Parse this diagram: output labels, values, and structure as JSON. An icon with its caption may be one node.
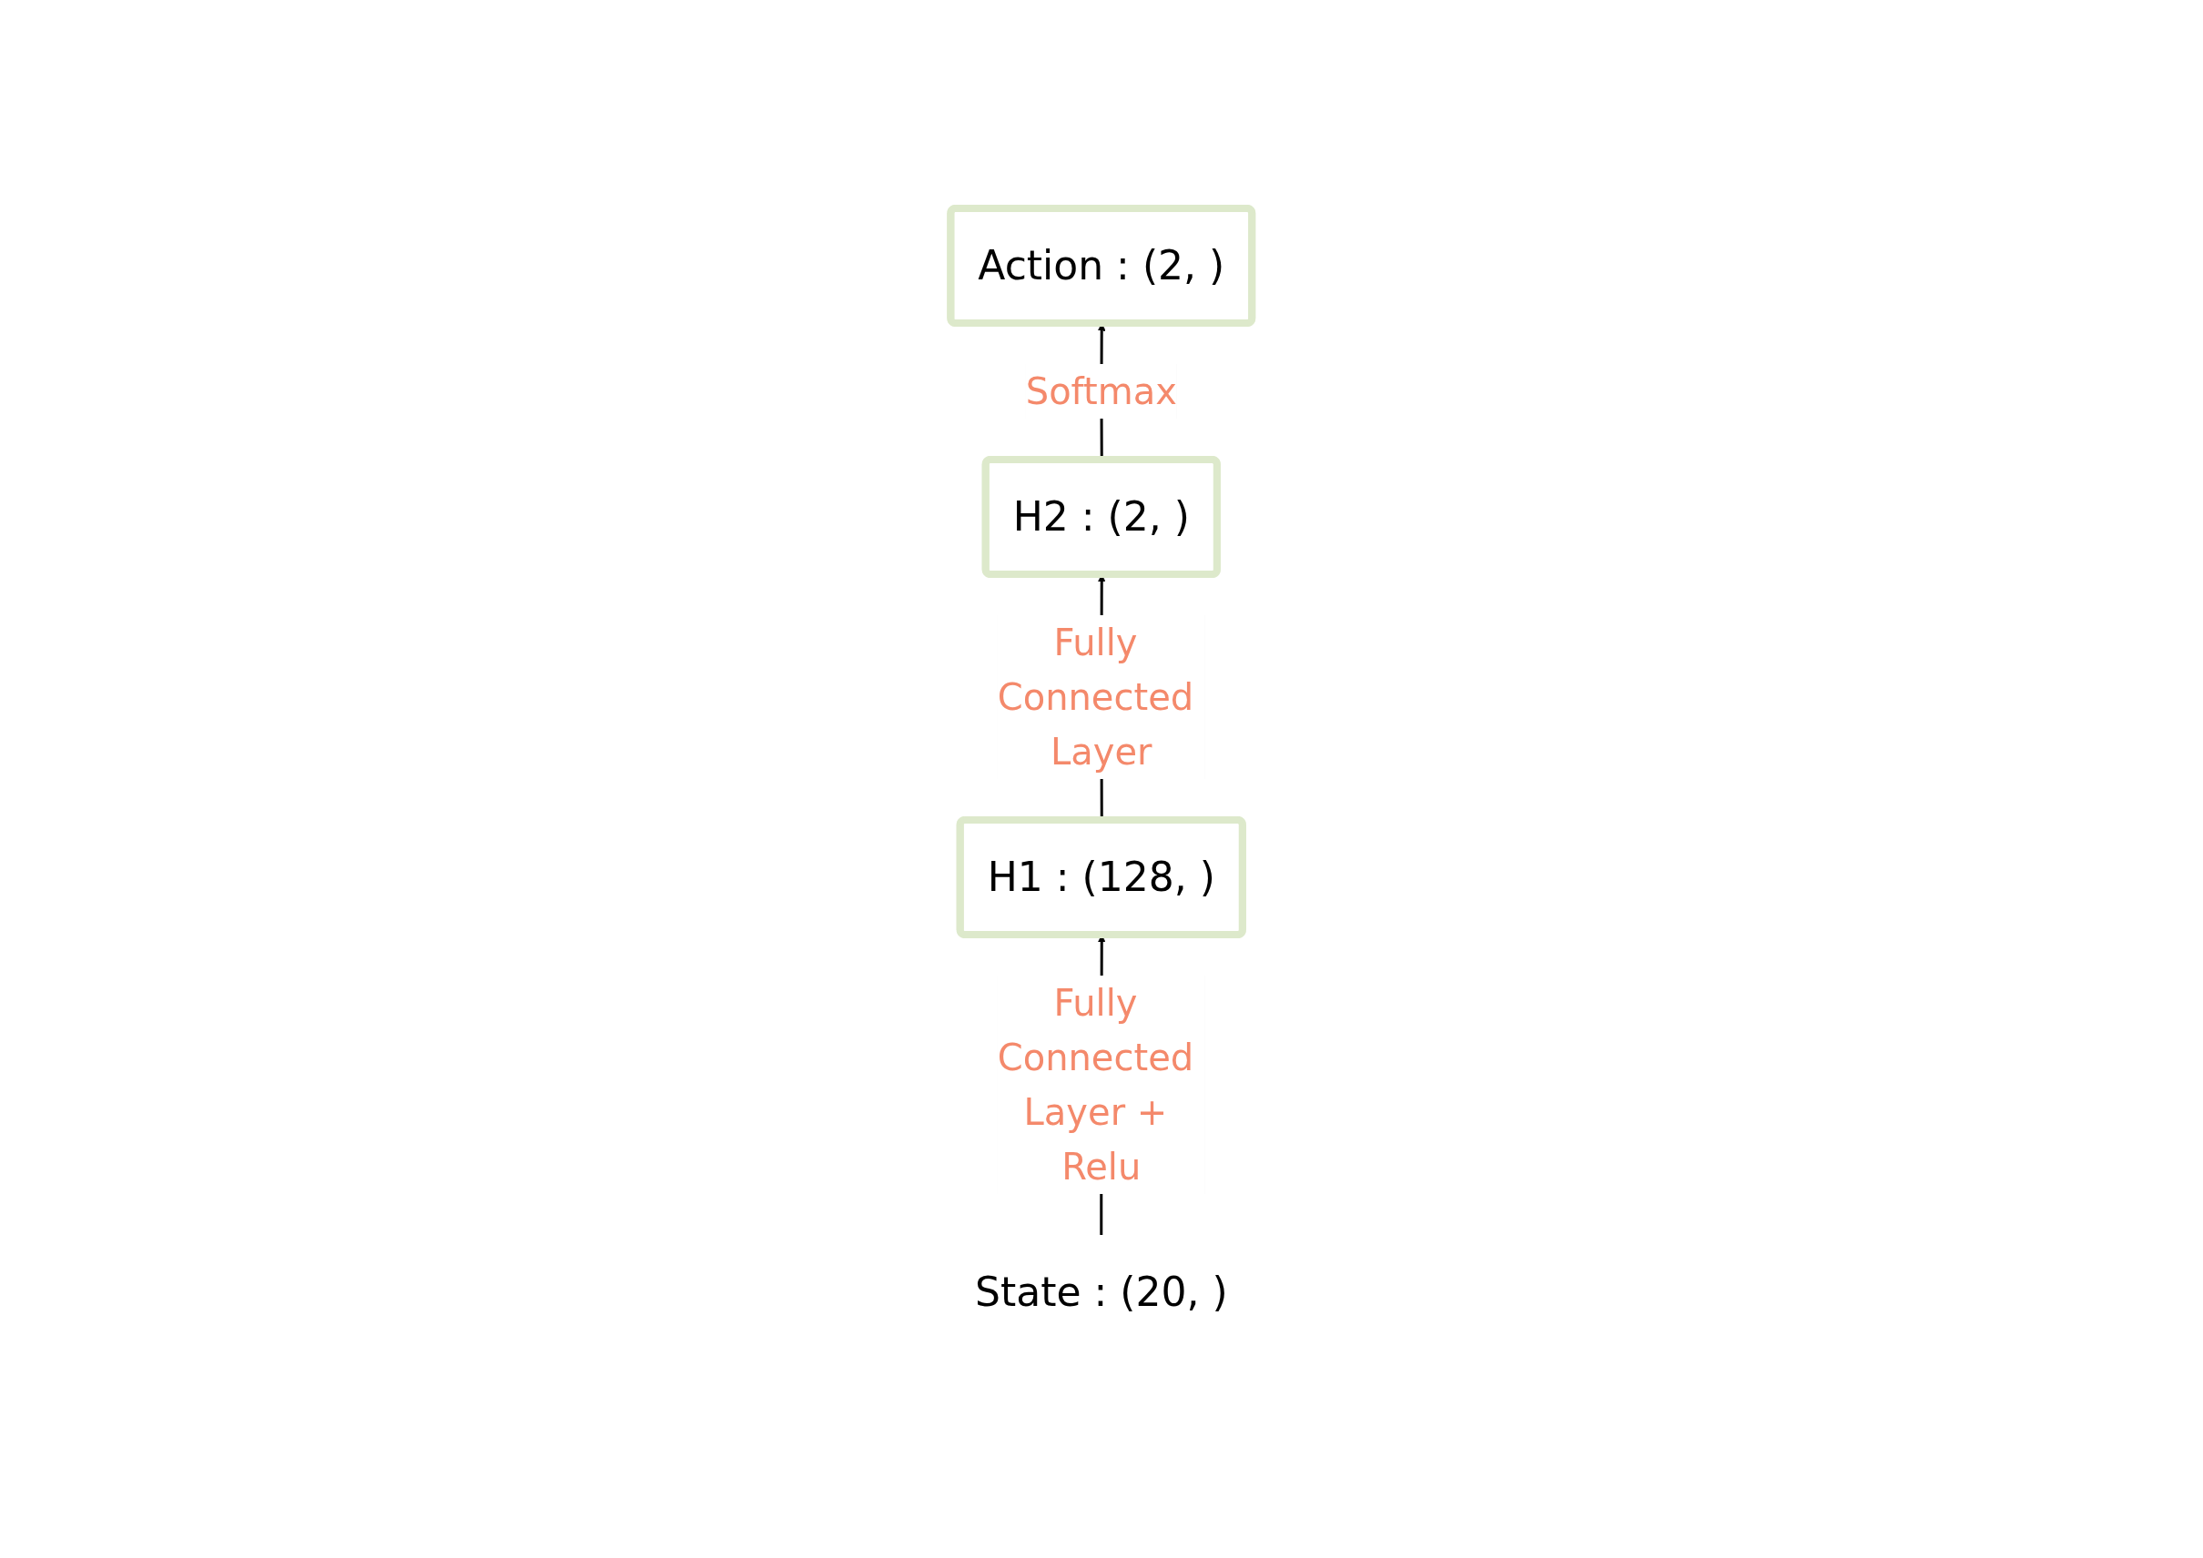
{
  "diagram": {
    "nodes": [
      {
        "text": [
          "Action : (2, )"
        ]
      },
      {
        "text": [
          "H2 : (2, )"
        ]
      },
      {
        "text": [
          "H1 : (128, )"
        ]
      },
      {
        "text": [
          "State : (20, )"
        ]
      }
    ],
    "edges": [
      {
        "from": 3,
        "to": 2,
        "arrow": "to",
        "label": "Fully Connected Layer + Relu"
      },
      {
        "from": 2,
        "to": 1,
        "arrow": "to",
        "label": "Fully Connected Layer"
      },
      {
        "from": 1,
        "to": 0,
        "arrow": "to",
        "label": "Softmax"
      }
    ]
  }
}
